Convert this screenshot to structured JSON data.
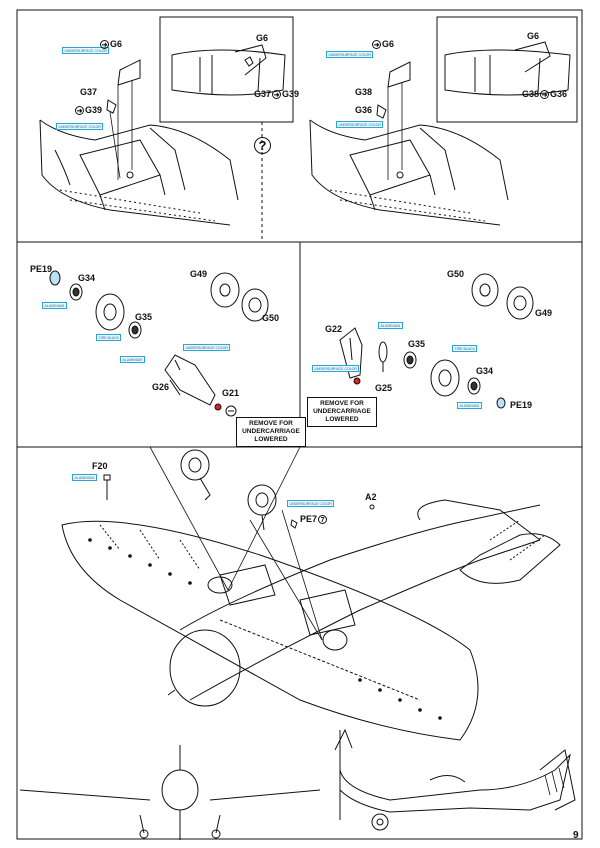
{
  "page_number": "9",
  "step1": {
    "left": {
      "callout_g6": "G6",
      "g37": "G37",
      "g39": "G39",
      "tag_color": "UNDERSURFACE COLOR",
      "inset_g6": "G6",
      "inset_g37": "G37",
      "inset_g39": "G39"
    },
    "right": {
      "callout_g6": "G6",
      "g38": "G38",
      "g36": "G36",
      "tag_color": "UNDERSURFACE COLOR",
      "inset_g6": "G6",
      "inset_g38": "G38",
      "inset_g36": "G36"
    },
    "question_mark": "?"
  },
  "step2": {
    "left": {
      "pe19": "PE19",
      "g34": "G34",
      "g35": "G35",
      "g49": "G49",
      "g50": "G50",
      "g26": "G26",
      "g21": "G21",
      "tag_aluminium": "ALUMINIUM",
      "tag_tire": "TIRE BLACK",
      "tag_aluminium2": "ALUMINIUM",
      "tag_color": "UNDERSURFACE COLOR",
      "note": "REMOVE FOR UNDERCARRIAGE LOWERED"
    },
    "right": {
      "g50": "G50",
      "g49": "G49",
      "g22": "G22",
      "g35": "G35",
      "g25": "G25",
      "g34": "G34",
      "pe19": "PE19",
      "tag_aluminium": "ALUMINIUM",
      "tag_tire": "TIRE BLACK",
      "tag_color": "UNDERSURFACE COLOR",
      "tag_aluminium2": "ALUMINIUM",
      "note": "REMOVE FOR UNDERCARRIAGE LOWERED"
    }
  },
  "step3": {
    "f20": "F20",
    "tag_aluminium": "ALUMINIUM",
    "a2": "A2",
    "pe7": "PE7",
    "pe7_symbol": "7",
    "tag_color": "UNDERSURFACE COLOR"
  },
  "arrow_symbol": "➜"
}
